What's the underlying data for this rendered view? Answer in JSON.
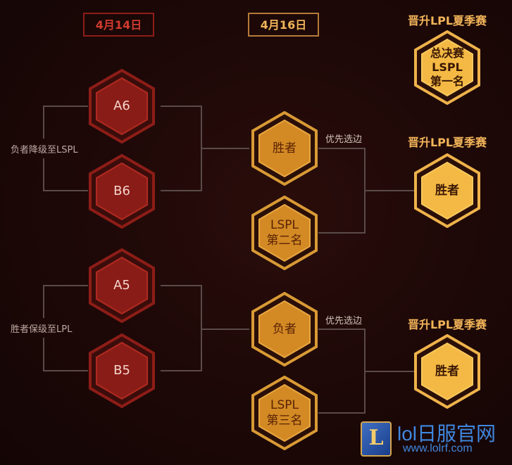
{
  "header": {
    "date_round1": "4月14日",
    "date_round2": "4月16日",
    "promo_title_top": "晋升LPL夏季赛",
    "promo_title_mid": "晋升LPL夏季赛",
    "promo_title_bottom": "晋升LPL夏季赛"
  },
  "labels": {
    "loser_relegated": "负者降级至LSPL",
    "winner_stays": "胜者保级至LPL",
    "priority_pick_upper": "优先选边",
    "priority_pick_lower": "优先选边"
  },
  "round1": [
    {
      "line1": "A6"
    },
    {
      "line1": "B6"
    },
    {
      "line1": "A5"
    },
    {
      "line1": "B5"
    }
  ],
  "round2": [
    {
      "line1": "胜者"
    },
    {
      "line1": "LSPL",
      "line2": "第二名"
    },
    {
      "line1": "负者"
    },
    {
      "line1": "LSPL",
      "line2": "第三名"
    }
  ],
  "promoted": {
    "top": {
      "line1": "总决赛",
      "line2": "LSPL",
      "line3": "第一名"
    },
    "mid": {
      "line1": "胜者"
    },
    "bottom": {
      "line1": "胜者"
    }
  },
  "watermark": {
    "badge_letter": "L",
    "site_name": "lol日服官网",
    "site_url": "www.lolrf.com"
  },
  "colors": {
    "red_hex": "#8a1c17",
    "orange_hex": "#d38a24",
    "yellow_hex": "#f4b944",
    "bracket_line": "#5a4a48"
  }
}
